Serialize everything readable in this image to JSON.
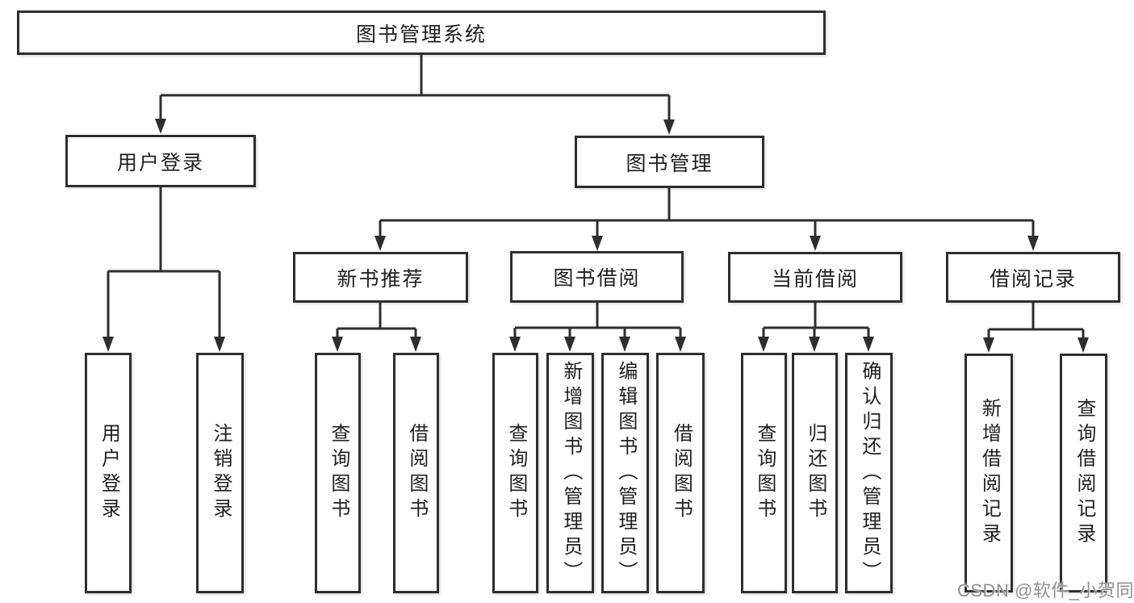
{
  "diagram": {
    "title": "图书管理系统",
    "root": {
      "label": "图书管理系统"
    },
    "level1": [
      {
        "label": "用户登录"
      },
      {
        "label": "图书管理"
      }
    ],
    "level2": [
      {
        "label": "新书推荐"
      },
      {
        "label": "图书借阅"
      },
      {
        "label": "当前借阅"
      },
      {
        "label": "借阅记录"
      }
    ],
    "leaves": {
      "user_login": [
        "用户登录",
        "注销登录"
      ],
      "new_book": [
        "查询图书",
        "借阅图书"
      ],
      "book_borrow": [
        "查询图书",
        "新增图书（管理员）",
        "编辑图书（管理员）",
        "借阅图书"
      ],
      "current_borrow": [
        "查询图书",
        "归还图书",
        "确认归还（管理员）"
      ],
      "borrow_record": [
        "新增借阅记录",
        "查询借阅记录"
      ]
    }
  },
  "watermark": {
    "text": "CSDN @软件_小贺同学"
  },
  "colors": {
    "line": "#2e2e2e",
    "box_border": "#2e2e2e",
    "box_bg": "#ffffff",
    "text": "#1f1f1f",
    "watermark": "#8f8f8f",
    "background": "#ffffff"
  }
}
